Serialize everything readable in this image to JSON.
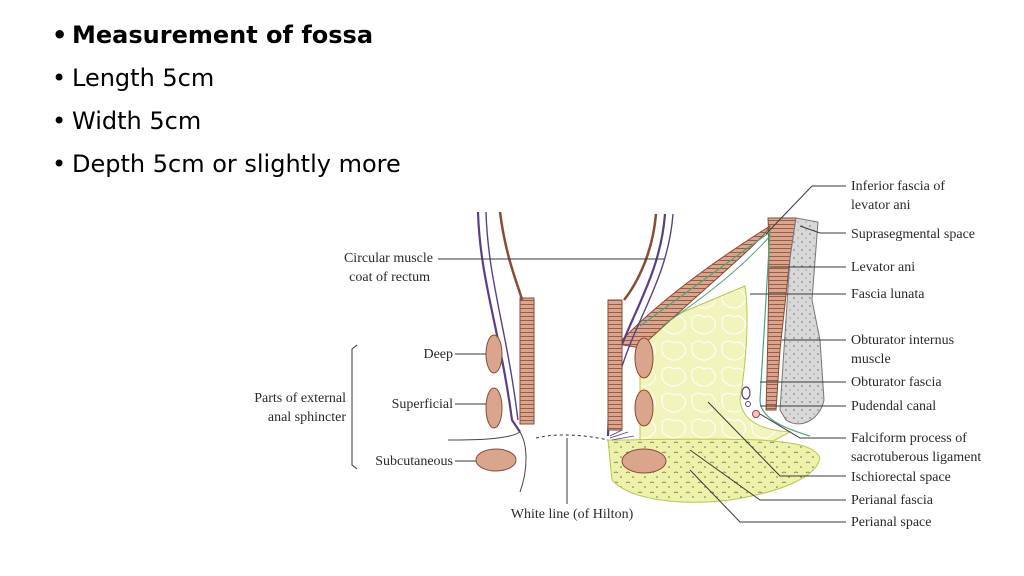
{
  "bullets": [
    {
      "text": "Measurement of fossa",
      "bold": true
    },
    {
      "text": "Length 5cm",
      "bold": false
    },
    {
      "text": "Width 5cm",
      "bold": false
    },
    {
      "text": "Depth 5cm or slightly more",
      "bold": false
    }
  ],
  "diagram": {
    "labels": {
      "circular_muscle_1": "Circular muscle",
      "circular_muscle_2": "coat of rectum",
      "deep": "Deep",
      "superficial": "Superficial",
      "subcutaneous": "Subcutaneous",
      "parts_external_1": "Parts of external",
      "parts_external_2": "anal sphincter",
      "white_line": "White line (of Hilton)",
      "inferior_fascia_1": "Inferior fascia of",
      "inferior_fascia_2": "levator ani",
      "suprasegmental": "Suprasegmental space",
      "levator_ani": "Levator ani",
      "fascia_lunata": "Fascia lunata",
      "obturator_internus_1": "Obturator internus",
      "obturator_internus_2": "muscle",
      "obturator_fascia": "Obturator fascia",
      "pudendal_canal": "Pudendal canal",
      "falciform_1": "Falciform process of",
      "falciform_2": "sacrotuberous ligament",
      "ischiorectal": "Ischiorectal space",
      "perianal_fascia": "Perianal fascia",
      "perianal_space": "Perianal space"
    },
    "colors": {
      "muscle": "#d9a58c",
      "muscle_stripe": "#8a4a36",
      "fascia_purple": "#5b3f86",
      "fat_yellow": "#f1f4bd",
      "fat_outline": "#b9c84a",
      "bone_gray": "#cfcfcf",
      "green_line": "#4aa57c"
    }
  }
}
